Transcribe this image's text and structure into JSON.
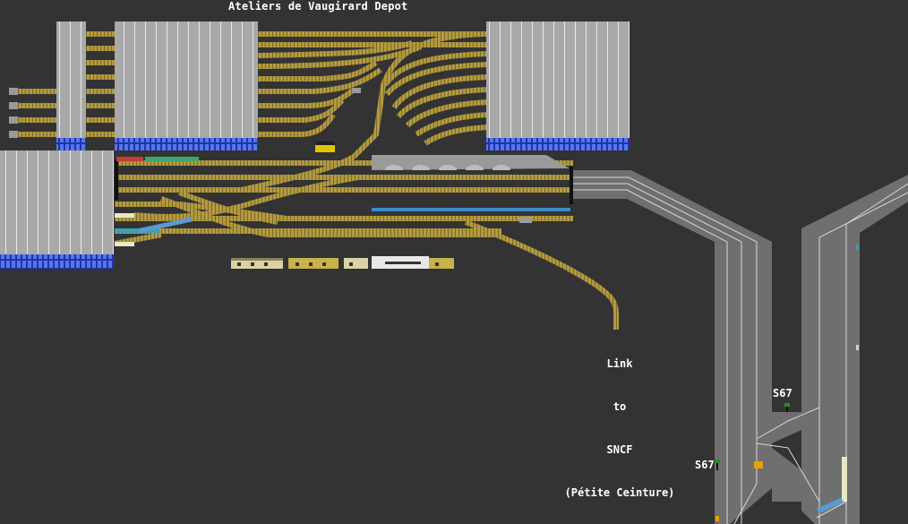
{
  "map": {
    "title": "Ateliers de Vaugirard Depot",
    "link_label": {
      "line1": "Link",
      "line2": "to",
      "line3": "SNCF",
      "line4": "(Pétite Ceinture)"
    },
    "signals": [
      {
        "label": "S67"
      },
      {
        "label": "S67"
      }
    ]
  },
  "colors": {
    "background": "#333333",
    "track_ballast": "#b39a3e",
    "track_rail": "#8b7a3a",
    "shed_roof": "#a7a7a7",
    "shed_door": "#3344bb",
    "mainline": "#777777",
    "mainline_rail": "#cfcfcf"
  }
}
